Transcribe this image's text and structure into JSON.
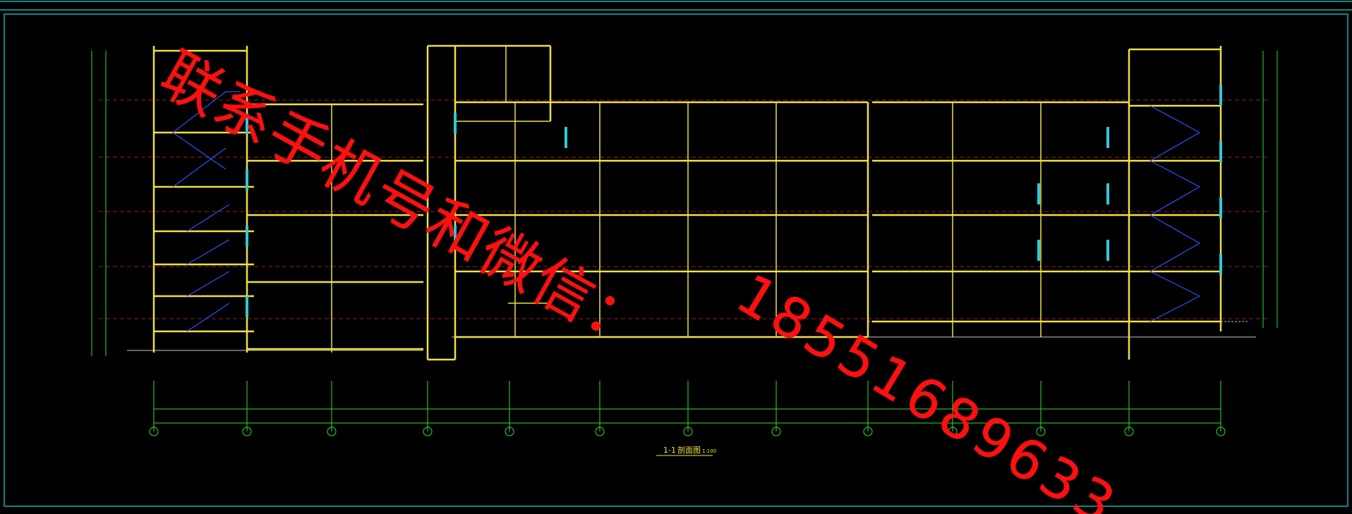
{
  "drawing": {
    "title": "1-1",
    "title_cn": "剖面图",
    "scale": "1:100",
    "frame_color": "#18b0b0",
    "wall_color": "#f0e040",
    "stair_color": "#3050ff",
    "grid_color": "#30e030",
    "window_color": "#30c8d8",
    "text_color": "#e8e840"
  },
  "watermark": {
    "line1": "联系手机号和微信：",
    "line2": "18551689633",
    "color": "#ff1010"
  }
}
